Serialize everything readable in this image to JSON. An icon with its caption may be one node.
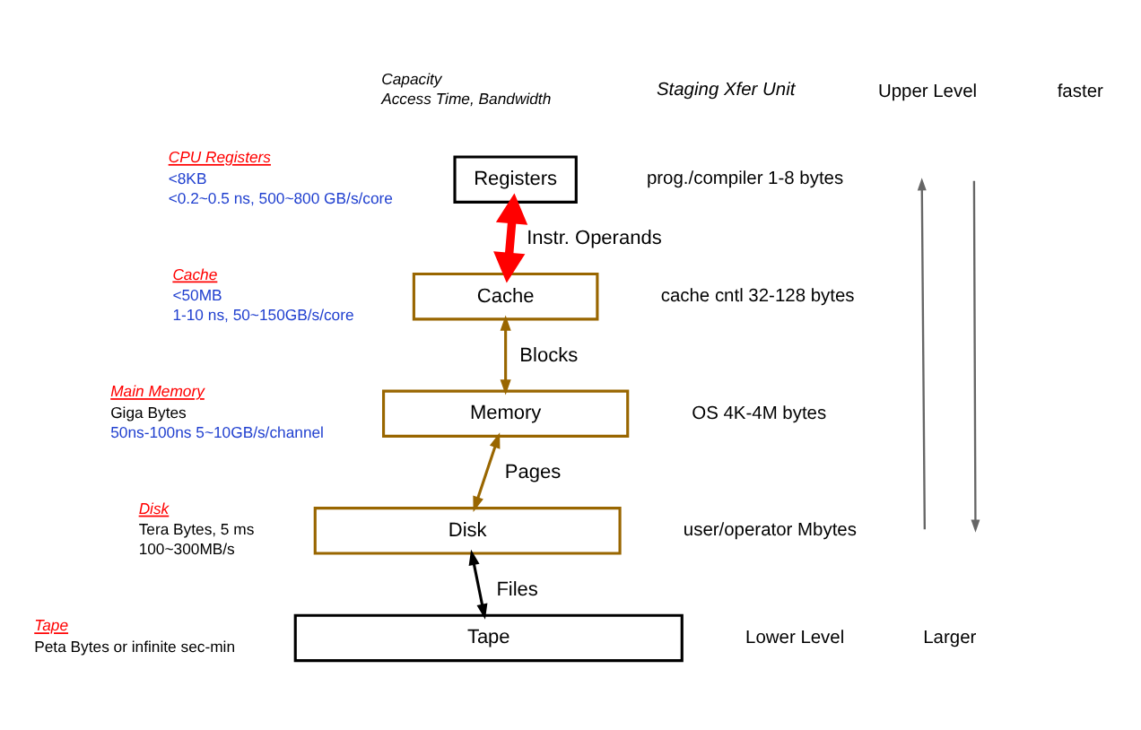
{
  "diagram": {
    "nodes": [
      {
        "text": [
          "Registers"
        ]
      },
      {
        "text": [
          "Cache"
        ]
      },
      {
        "text": [
          "Memory"
        ]
      },
      {
        "text": [
          "Disk"
        ]
      },
      {
        "text": [
          "Tape"
        ]
      }
    ],
    "edges": [
      {
        "from": 0,
        "to": 1,
        "arrow": "both",
        "label": "Instr. Operands",
        "style": "thick",
        "color": "#ff0000"
      },
      {
        "from": 1,
        "to": 2,
        "arrow": "both",
        "label": "Blocks"
      },
      {
        "from": 2,
        "to": 3,
        "arrow": "both",
        "label": "Pages"
      },
      {
        "from": 3,
        "to": 4,
        "arrow": "both",
        "label": "Files",
        "color": "#000000"
      }
    ],
    "labels": [
      "Capacity",
      "Access Time, Bandwidth",
      "Staging Xfer Unit",
      "Upper Level",
      "faster",
      "CPU Registers",
      "<8KB",
      "<0.2~0.5 ns, 500~800 GB/s/core",
      "prog./compiler 1-8 bytes",
      "Cache",
      "<50MB",
      "1-10 ns, 50~150GB/s/core",
      "cache cntl 32-128 bytes",
      "Main Memory",
      "Giga Bytes",
      "50ns-100ns 5~10GB/s/channel",
      "OS 4K-4M bytes",
      "Disk",
      "Tera Bytes, 5 ms",
      "100~300MB/s",
      "user/operator Mbytes",
      "Tape",
      "Peta Bytes or infinite sec-min",
      "Larger",
      "Lower Level"
    ]
  }
}
